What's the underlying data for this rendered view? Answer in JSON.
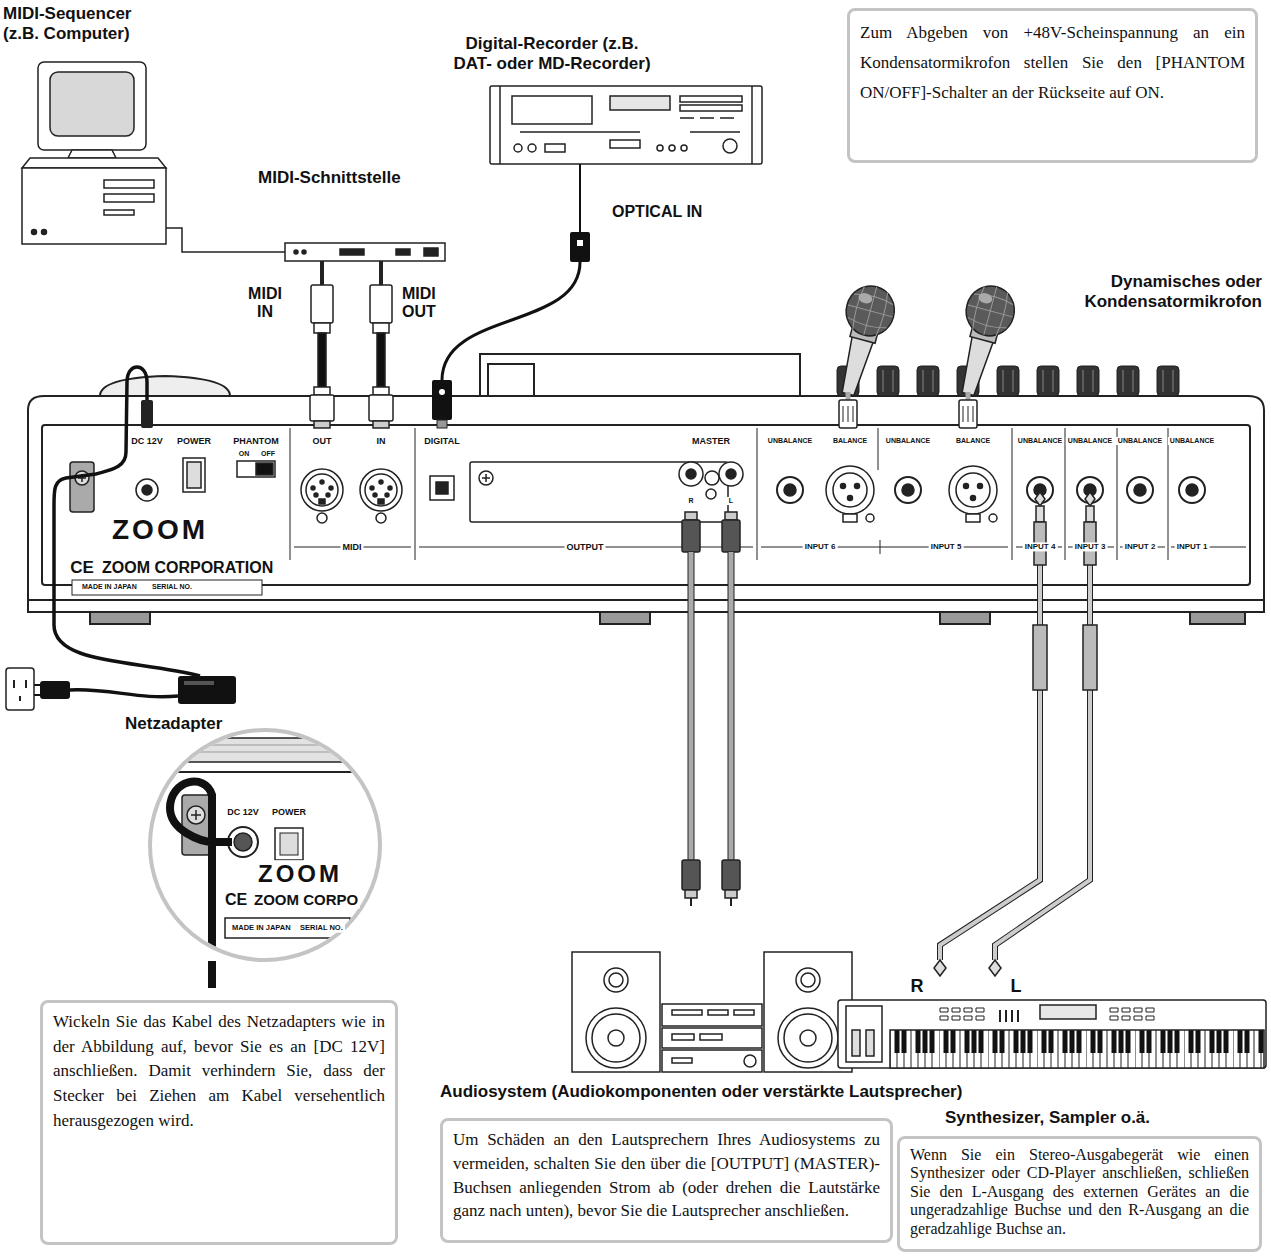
{
  "diagram": {
    "nodes": [
      {
        "text": [
          "Zum Abgeben von +48V-Scheinspannung an ein Kondensatormikrofon stellen Sie den [PHANTOM ON/OFF]-Schalter an der Rückseite auf ON."
        ]
      },
      {
        "text": [
          "Wickeln Sie das Kabel des Netzadapters wie in der Abbildung auf, bevor Sie es an [DC 12V] anschließen. Damit verhindern Sie, dass der Stecker bei Ziehen am Kabel versehentlich herausgezogen wird."
        ]
      },
      {
        "text": [
          "Um Schäden an den Lautsprechern Ihres Audiosystems zu vermeiden, schalten Sie den über die [OUTPUT] (MASTER)-Buchsen anliegenden Strom ab (oder drehen die Lautstärke ganz nach unten), bevor Sie die Lautsprecher anschließen."
        ]
      },
      {
        "text": [
          "Wenn Sie ein Stereo-Ausgabegerät wie einen Synthesizer oder CD-Player anschließen, schließen Sie den L-Ausgang des externen Gerätes an die ungeradzahlige Buchse und den R-Ausgang an die geradzahlige Buchse an."
        ]
      }
    ],
    "labels": [
      "MIDI-Sequencer (z.B. Computer)",
      "Digital-Recorder (z.B. DAT- oder MD-Recorder)",
      "MIDI-Schnittstelle",
      "MIDI IN",
      "MIDI OUT",
      "OPTICAL IN",
      "Dynamisches oder Kondensatormikrofon",
      "DC 12V",
      "POWER",
      "PHANTOM",
      "ON",
      "OFF",
      "OUT",
      "IN",
      "MIDI",
      "DIGITAL",
      "OUTPUT",
      "MASTER",
      "R",
      "L",
      "UNBALANCE",
      "BALANCE",
      "UNBALANCE",
      "BALANCE",
      "UNBALANCE",
      "UNBALANCE",
      "UNBALANCE",
      "UNBALANCE",
      "INPUT 6",
      "INPUT 5",
      "INPUT 4",
      "INPUT 3",
      "INPUT 2",
      "INPUT 1",
      "ZOOM",
      "CE",
      "ZOOM CORPORATION",
      "MADE IN JAPAN",
      "SERIAL NO.",
      "DC 12V",
      "POWER",
      "ZOOM",
      "CE",
      "ZOOM CORPO",
      "MADE IN JAPAN",
      "SERIAL NO.",
      "Netzadapter",
      "R",
      "L",
      "Synthesizer, Sampler o.ä.",
      "Audiosystem (Audiokomponenten oder verstärkte Lautsprecher)"
    ]
  }
}
